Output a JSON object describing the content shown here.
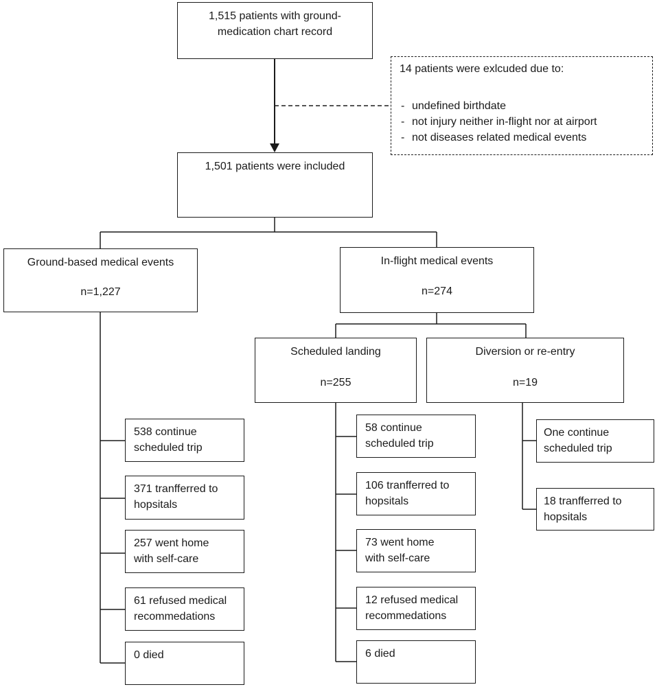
{
  "top": {
    "start": "1,515 patients with ground-\nmedication chart record",
    "excluded_title": "14 patients were exlcuded due to:",
    "excluded_reasons": [
      "undefined birthdate",
      "not injury neither in-flight nor at airport",
      "not diseases related medical events"
    ],
    "included": "1,501 patients  were included"
  },
  "ground": {
    "title": "Ground-based medical events",
    "n": "n=1,227",
    "outcomes": [
      "538 continue\nscheduled trip",
      "371 tranfferred to\nhopsitals",
      "257 went home\nwith self-care",
      "61 refused medical\nrecommedations",
      "0 died"
    ]
  },
  "inflight": {
    "title": "In-flight medical events",
    "n": "n=274",
    "scheduled": {
      "title": "Scheduled landing",
      "n": "n=255",
      "outcomes": [
        "58 continue\nscheduled trip",
        "106 tranfferred to\nhopsitals",
        "73 went home\nwith self-care",
        "12 refused medical\nrecommedations",
        "6 died"
      ]
    },
    "diversion": {
      "title": "Diversion or re-entry",
      "n": "n=19",
      "outcomes": [
        "One continue\nscheduled trip",
        "18 tranfferred to\nhopsitals"
      ]
    }
  }
}
